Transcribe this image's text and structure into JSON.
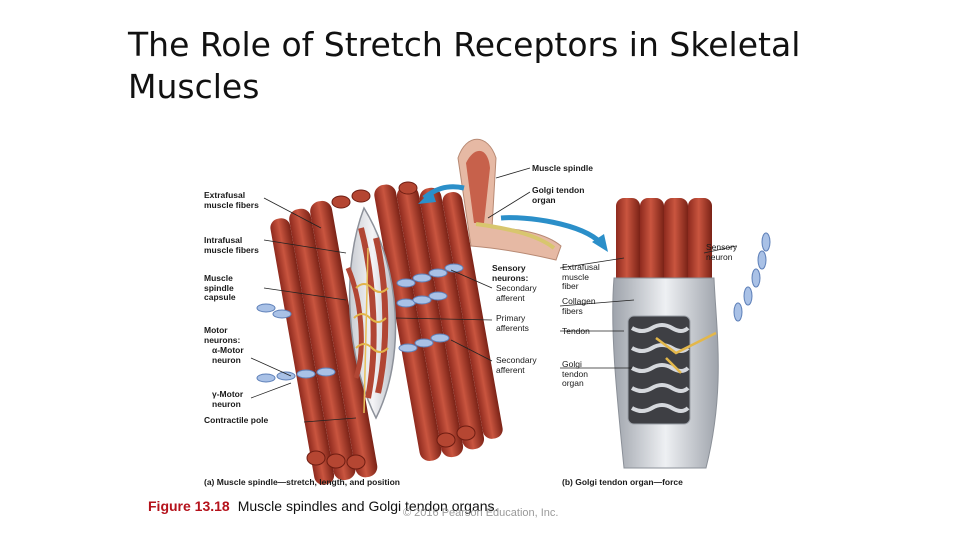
{
  "title": "The Role of Stretch Receptors in Skeletal Muscles",
  "figure": {
    "left_labels": {
      "extrafusal": "Extrafusal\nmuscle fibers",
      "intrafusal": "Intrafusal\nmuscle fibers",
      "capsule": "Muscle\nspindle\ncapsule",
      "motor_neurons": "Motor\nneurons:",
      "alpha_motor": "α-Motor\nneuron",
      "gamma_motor": "γ-Motor\nneuron",
      "contractile_pole": "Contractile pole"
    },
    "top_labels": {
      "muscle_spindle": "Muscle spindle",
      "golgi_tendon_organ": "Golgi tendon\norgan"
    },
    "middle_labels": {
      "sensory_neurons": "Sensory\nneurons:",
      "secondary_afferent_1": "Secondary\nafferent",
      "primary_afferents": "Primary\nafferents",
      "secondary_afferent_2": "Secondary\nafferent"
    },
    "right_labels": {
      "extrafusal_fiber": "Extrafusal\nmuscle\nfiber",
      "collagen_fibers": "Collagen\nfibers",
      "tendon": "Tendon",
      "golgi_tendon_organ": "Golgi\ntendon\norgan",
      "sensory_neuron": "Sensory\nneuron"
    },
    "panel_captions": {
      "a": "(a) Muscle spindle—stretch, length, and position",
      "b": "(b) Golgi tendon organ—force"
    }
  },
  "caption": {
    "figure_number": "Figure 13.18",
    "text": "Muscle spindles and Golgi tendon organs."
  },
  "copyright": "© 2016 Pearson Education, Inc."
}
